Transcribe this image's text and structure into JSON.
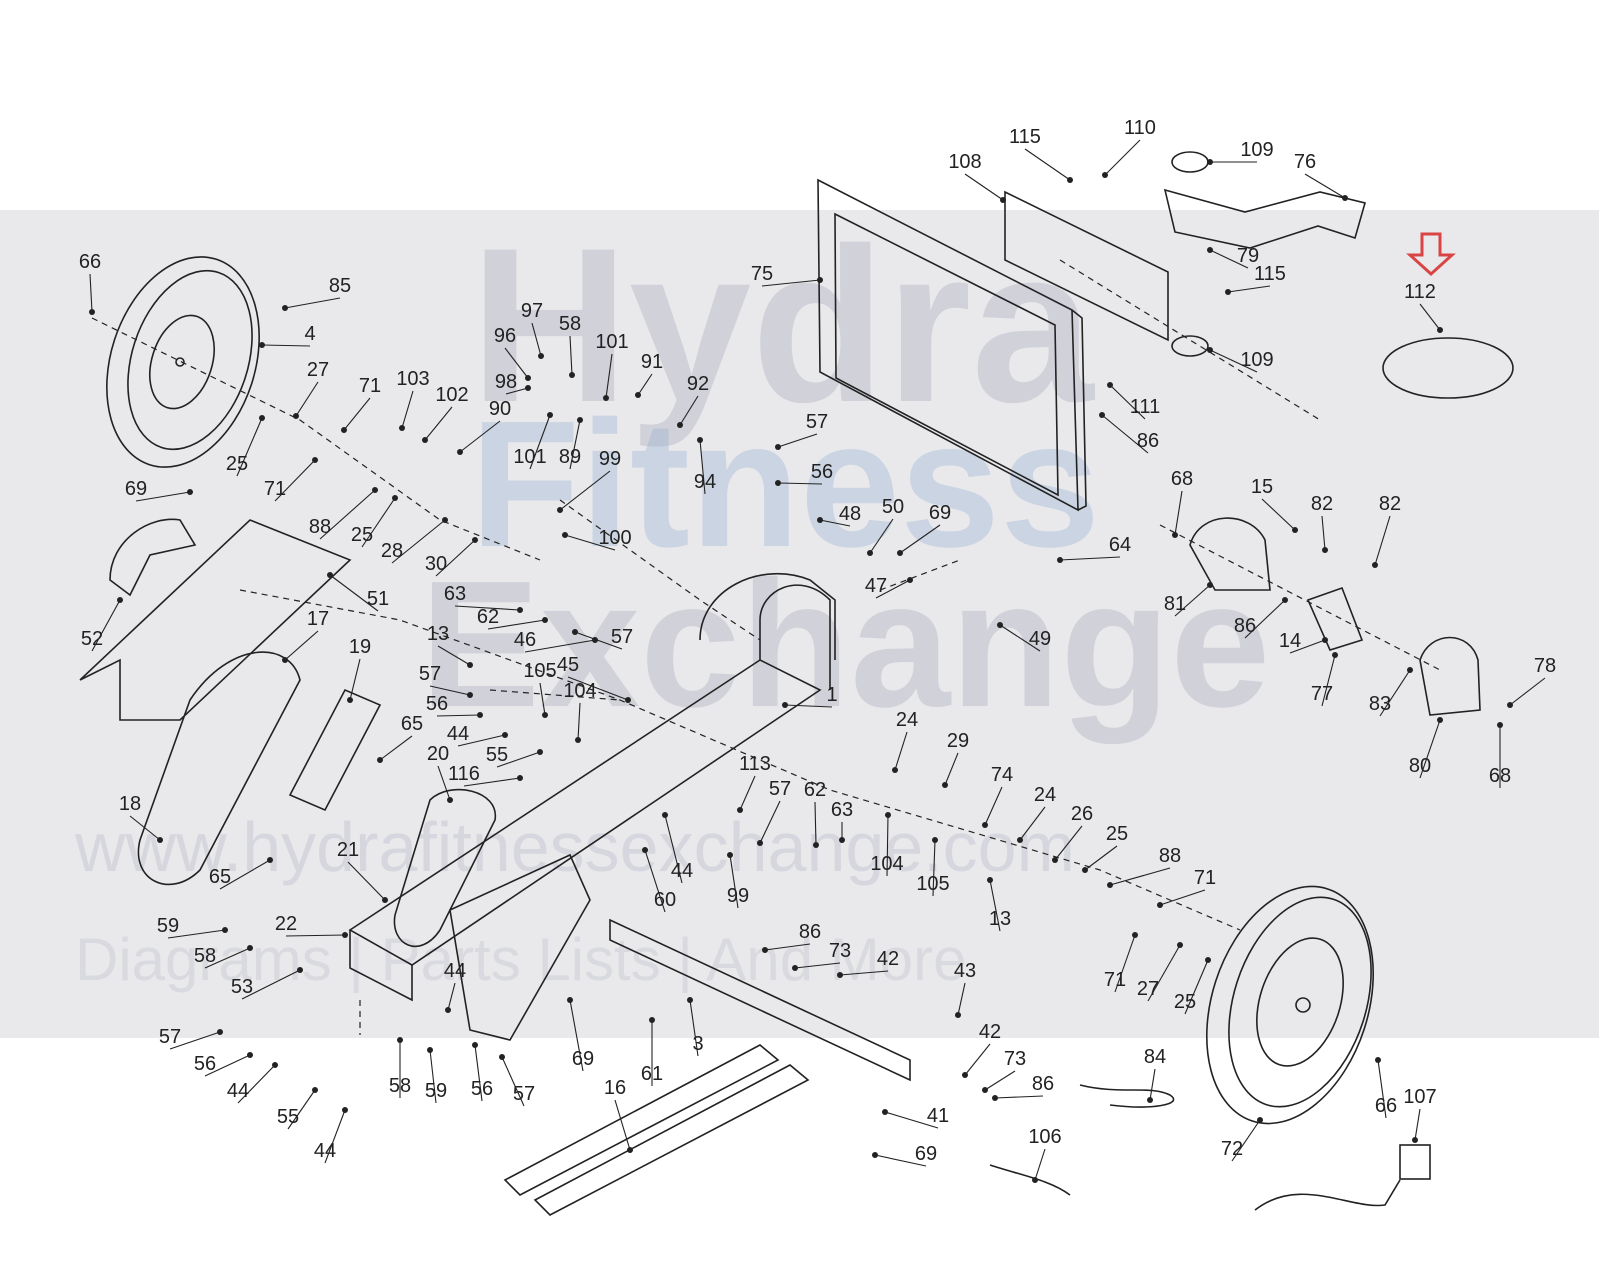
{
  "watermark": {
    "line1": "Hydra",
    "line2": "Fitness",
    "line3": "Exchange",
    "line4": "www.hydrafitnessexchange.com",
    "line5": "Diagrams | Parts Lists | And More"
  },
  "highlight_color": "#d94545",
  "highlight_part": "112",
  "callouts": [
    {
      "id": "c66a",
      "label": "66"
    },
    {
      "id": "c85",
      "label": "85"
    },
    {
      "id": "c4",
      "label": "4"
    },
    {
      "id": "c27a",
      "label": "27"
    },
    {
      "id": "c25a",
      "label": "25"
    },
    {
      "id": "c71a",
      "label": "71"
    },
    {
      "id": "c71b",
      "label": "71"
    },
    {
      "id": "c88a",
      "label": "88"
    },
    {
      "id": "c103",
      "label": "103"
    },
    {
      "id": "c102",
      "label": "102"
    },
    {
      "id": "c25b",
      "label": "25"
    },
    {
      "id": "c28",
      "label": "28"
    },
    {
      "id": "c90",
      "label": "90"
    },
    {
      "id": "c30",
      "label": "30"
    },
    {
      "id": "c97",
      "label": "97"
    },
    {
      "id": "c96",
      "label": "96"
    },
    {
      "id": "c58a",
      "label": "58"
    },
    {
      "id": "c98",
      "label": "98"
    },
    {
      "id": "c101a",
      "label": "101"
    },
    {
      "id": "c101b",
      "label": "101"
    },
    {
      "id": "c89",
      "label": "89"
    },
    {
      "id": "c91",
      "label": "91"
    },
    {
      "id": "c92",
      "label": "92"
    },
    {
      "id": "c94",
      "label": "94"
    },
    {
      "id": "c99a",
      "label": "99"
    },
    {
      "id": "c100",
      "label": "100"
    },
    {
      "id": "c69a",
      "label": "69"
    },
    {
      "id": "c52",
      "label": "52"
    },
    {
      "id": "c51",
      "label": "51"
    },
    {
      "id": "c17",
      "label": "17"
    },
    {
      "id": "c19",
      "label": "19"
    },
    {
      "id": "c18",
      "label": "18"
    },
    {
      "id": "c65a",
      "label": "65"
    },
    {
      "id": "c65b",
      "label": "65"
    },
    {
      "id": "c21",
      "label": "21"
    },
    {
      "id": "c20",
      "label": "20"
    },
    {
      "id": "c22",
      "label": "22"
    },
    {
      "id": "c59a",
      "label": "59"
    },
    {
      "id": "c58b",
      "label": "58"
    },
    {
      "id": "c53",
      "label": "53"
    },
    {
      "id": "c57a",
      "label": "57"
    },
    {
      "id": "c56a",
      "label": "56"
    },
    {
      "id": "c44a",
      "label": "44"
    },
    {
      "id": "c55a",
      "label": "55"
    },
    {
      "id": "c44b",
      "label": "44"
    },
    {
      "id": "c58c",
      "label": "58"
    },
    {
      "id": "c59b",
      "label": "59"
    },
    {
      "id": "c56b",
      "label": "56"
    },
    {
      "id": "c57b",
      "label": "57"
    },
    {
      "id": "c44c",
      "label": "44"
    },
    {
      "id": "c69b",
      "label": "69"
    },
    {
      "id": "c61",
      "label": "61"
    },
    {
      "id": "c3",
      "label": "3"
    },
    {
      "id": "c16",
      "label": "16"
    },
    {
      "id": "c13a",
      "label": "13"
    },
    {
      "id": "c57c",
      "label": "57"
    },
    {
      "id": "c56c",
      "label": "56"
    },
    {
      "id": "c44d",
      "label": "44"
    },
    {
      "id": "c55b",
      "label": "55"
    },
    {
      "id": "c105a",
      "label": "105"
    },
    {
      "id": "c104a",
      "label": "104"
    },
    {
      "id": "c45",
      "label": "45"
    },
    {
      "id": "c63a",
      "label": "63"
    },
    {
      "id": "c62a",
      "label": "62"
    },
    {
      "id": "c46",
      "label": "46"
    },
    {
      "id": "c57d",
      "label": "57"
    },
    {
      "id": "c116",
      "label": "116"
    },
    {
      "id": "c1",
      "label": "1"
    },
    {
      "id": "c57e",
      "label": "57"
    },
    {
      "id": "c56d",
      "label": "56"
    },
    {
      "id": "c48",
      "label": "48"
    },
    {
      "id": "c50",
      "label": "50"
    },
    {
      "id": "c69c",
      "label": "69"
    },
    {
      "id": "c47",
      "label": "47"
    },
    {
      "id": "c64",
      "label": "64"
    },
    {
      "id": "c49",
      "label": "49"
    },
    {
      "id": "c113",
      "label": "113"
    },
    {
      "id": "c57f",
      "label": "57"
    },
    {
      "id": "c62b",
      "label": "62"
    },
    {
      "id": "c63b",
      "label": "63"
    },
    {
      "id": "c44e",
      "label": "44"
    },
    {
      "id": "c99b",
      "label": "99"
    },
    {
      "id": "c60",
      "label": "60"
    },
    {
      "id": "c104b",
      "label": "104"
    },
    {
      "id": "c105b",
      "label": "105"
    },
    {
      "id": "c13b",
      "label": "13"
    },
    {
      "id": "c24a",
      "label": "24"
    },
    {
      "id": "c29",
      "label": "29"
    },
    {
      "id": "c74",
      "label": "74"
    },
    {
      "id": "c24b",
      "label": "24"
    },
    {
      "id": "c26",
      "label": "26"
    },
    {
      "id": "c25c",
      "label": "25"
    },
    {
      "id": "c88b",
      "label": "88"
    },
    {
      "id": "c71c",
      "label": "71"
    },
    {
      "id": "c71d",
      "label": "71"
    },
    {
      "id": "c27b",
      "label": "27"
    },
    {
      "id": "c25d",
      "label": "25"
    },
    {
      "id": "c86a",
      "label": "86"
    },
    {
      "id": "c73a",
      "label": "73"
    },
    {
      "id": "c42a",
      "label": "42"
    },
    {
      "id": "c43",
      "label": "43"
    },
    {
      "id": "c42b",
      "label": "42"
    },
    {
      "id": "c73b",
      "label": "73"
    },
    {
      "id": "c86b",
      "label": "86"
    },
    {
      "id": "c41",
      "label": "41"
    },
    {
      "id": "c69d",
      "label": "69"
    },
    {
      "id": "c84",
      "label": "84"
    },
    {
      "id": "c106",
      "label": "106"
    },
    {
      "id": "c72",
      "label": "72"
    },
    {
      "id": "c66b",
      "label": "66"
    },
    {
      "id": "c107",
      "label": "107"
    },
    {
      "id": "c75",
      "label": "75"
    },
    {
      "id": "c108",
      "label": "108"
    },
    {
      "id": "c115a",
      "label": "115"
    },
    {
      "id": "c110",
      "label": "110"
    },
    {
      "id": "c109a",
      "label": "109"
    },
    {
      "id": "c76",
      "label": "76"
    },
    {
      "id": "c79",
      "label": "79"
    },
    {
      "id": "c115b",
      "label": "115"
    },
    {
      "id": "c109b",
      "label": "109"
    },
    {
      "id": "c111",
      "label": "111"
    },
    {
      "id": "c86c",
      "label": "86"
    },
    {
      "id": "c112",
      "label": "112"
    },
    {
      "id": "c68a",
      "label": "68"
    },
    {
      "id": "c15",
      "label": "15"
    },
    {
      "id": "c82a",
      "label": "82"
    },
    {
      "id": "c82b",
      "label": "82"
    },
    {
      "id": "c81",
      "label": "81"
    },
    {
      "id": "c86d",
      "label": "86"
    },
    {
      "id": "c14",
      "label": "14"
    },
    {
      "id": "c77",
      "label": "77"
    },
    {
      "id": "c83",
      "label": "83"
    },
    {
      "id": "c78",
      "label": "78"
    },
    {
      "id": "c80",
      "label": "80"
    },
    {
      "id": "c68b",
      "label": "68"
    }
  ]
}
